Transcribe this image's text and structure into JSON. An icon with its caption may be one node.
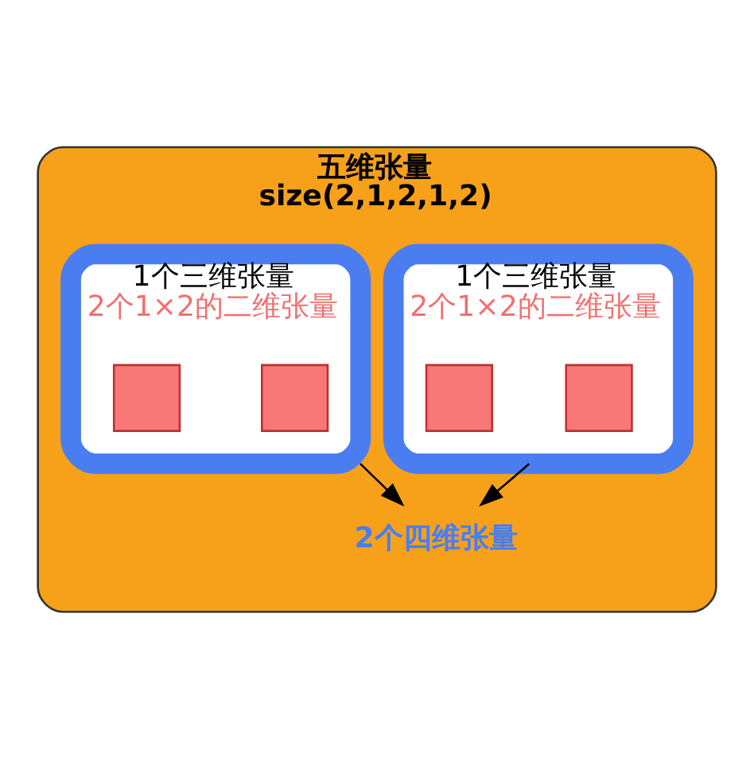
{
  "diagram": {
    "nodes": [
      {
        "text": [
          "五维张量",
          "size(2,1,2,1,2)"
        ]
      },
      {
        "text": [
          "1个三维张量",
          "2个1×2的二维张量"
        ],
        "in": 0
      },
      {
        "text": [],
        "shape": "box",
        "in": 1
      },
      {
        "text": [],
        "shape": "box",
        "in": 1
      },
      {
        "text": [
          "2个四维张量"
        ],
        "in": 0
      },
      {
        "text": [
          "1个三维张量",
          "2个1×2的二维张量"
        ],
        "in": 0
      },
      {
        "text": [],
        "shape": "box",
        "in": 5
      },
      {
        "text": [],
        "shape": "box",
        "in": 5
      }
    ],
    "edges": [
      {
        "from": 1,
        "to": 4,
        "arrow": "to"
      },
      {
        "from": 5,
        "to": 4,
        "arrow": "to"
      }
    ]
  }
}
